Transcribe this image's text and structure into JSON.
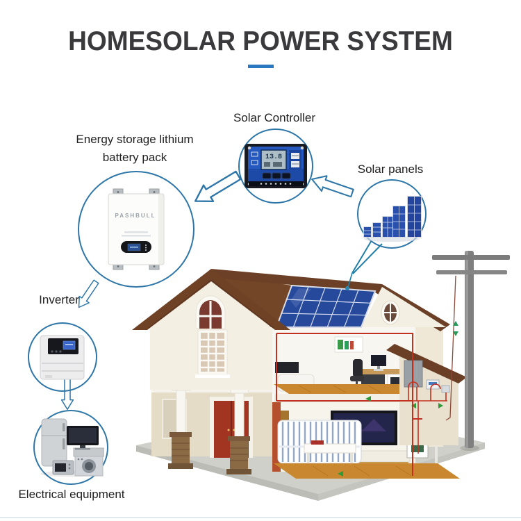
{
  "title": {
    "highlight": "HOME",
    "rest": "SOLAR POWER SYSTEM"
  },
  "components": {
    "solar_controller": {
      "label": "Solar Controller",
      "display": "13.8"
    },
    "battery": {
      "label_line1": "Energy storage lithium",
      "label_line2": "battery pack",
      "brand": "PASHBULL"
    },
    "solar_panels": {
      "label": "Solar panels"
    },
    "inverter": {
      "label": "Inverter"
    },
    "electrical_equipment": {
      "label": "Electrical equipment"
    }
  },
  "arrows": [
    {
      "from": "Solar panels",
      "to": "Solar Controller"
    },
    {
      "from": "Solar Controller",
      "to": "Energy storage lithium battery pack"
    },
    {
      "from": "Energy storage lithium battery pack",
      "to": "Inverter"
    },
    {
      "from": "Inverter",
      "to": "Electrical equipment"
    }
  ],
  "colors": {
    "accent_blue": "#2a79c0",
    "title_dark": "#3a3a3c",
    "callout_stroke": "#2e76a8",
    "solar_panel_blue": "#2a50ae",
    "roof_brown": "#6f4226",
    "wire_red": "#c23020"
  }
}
